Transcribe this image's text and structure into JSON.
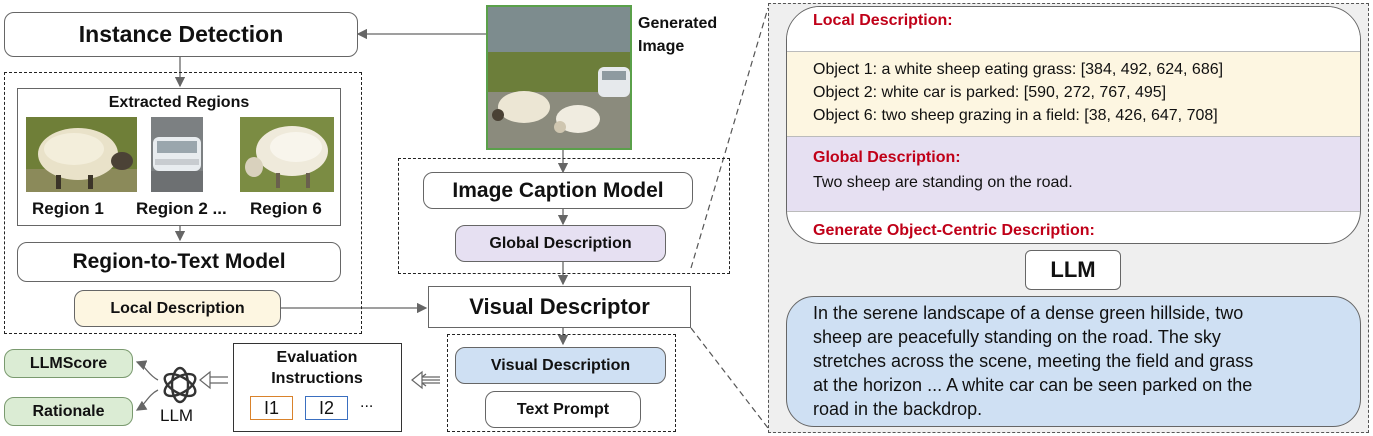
{
  "left": {
    "instance_detection": "Instance Detection",
    "extracted_regions": "Extracted Regions",
    "region_labels": [
      "Region 1",
      "Region 2 ...",
      "Region 6"
    ],
    "region_to_text": "Region-to-Text Model",
    "local_description": "Local Description"
  },
  "middle": {
    "generated_image": "Generated Image",
    "image_caption_model": "Image Caption Model",
    "global_description": "Global Description",
    "visual_descriptor": "Visual Descriptor",
    "visual_description": "Visual Description",
    "text_prompt": "Text Prompt"
  },
  "bottom": {
    "llmscore": "LLMScore",
    "rationale": "Rationale",
    "llm": "LLM",
    "evaluation_instructions": "Evaluation Instructions",
    "i1": "I1",
    "i2": "I2",
    "ellipsis": "..."
  },
  "right": {
    "local_title": "Local Description:",
    "objects": [
      "Object 1: a white sheep eating grass: [384, 492, 624, 686]",
      "Object 2: white car is parked: [590, 272, 767, 495]",
      "Object 6:  two sheep grazing in a field: [38, 426, 647, 708]"
    ],
    "global_title": "Global  Description:",
    "global_text": "Two sheep are standing on the road.",
    "generate_title": "Generate Object-Centric Description:",
    "llm": "LLM",
    "output_lines": [
      "In the serene landscape of a dense green hillside, two",
      "sheep are peacefully standing on the road. The sky",
      "stretches across the scene, meeting the field and grass",
      "at the horizon ... A white car can be seen parked on the",
      "road in the backdrop."
    ]
  },
  "colors": {
    "red_title": "#c00018",
    "lavender": "#e6e0f2",
    "cream": "#fdf6e1",
    "lightblue": "#cfe0f3",
    "green": "#dbecd4",
    "image_border": "#5aa04a"
  }
}
